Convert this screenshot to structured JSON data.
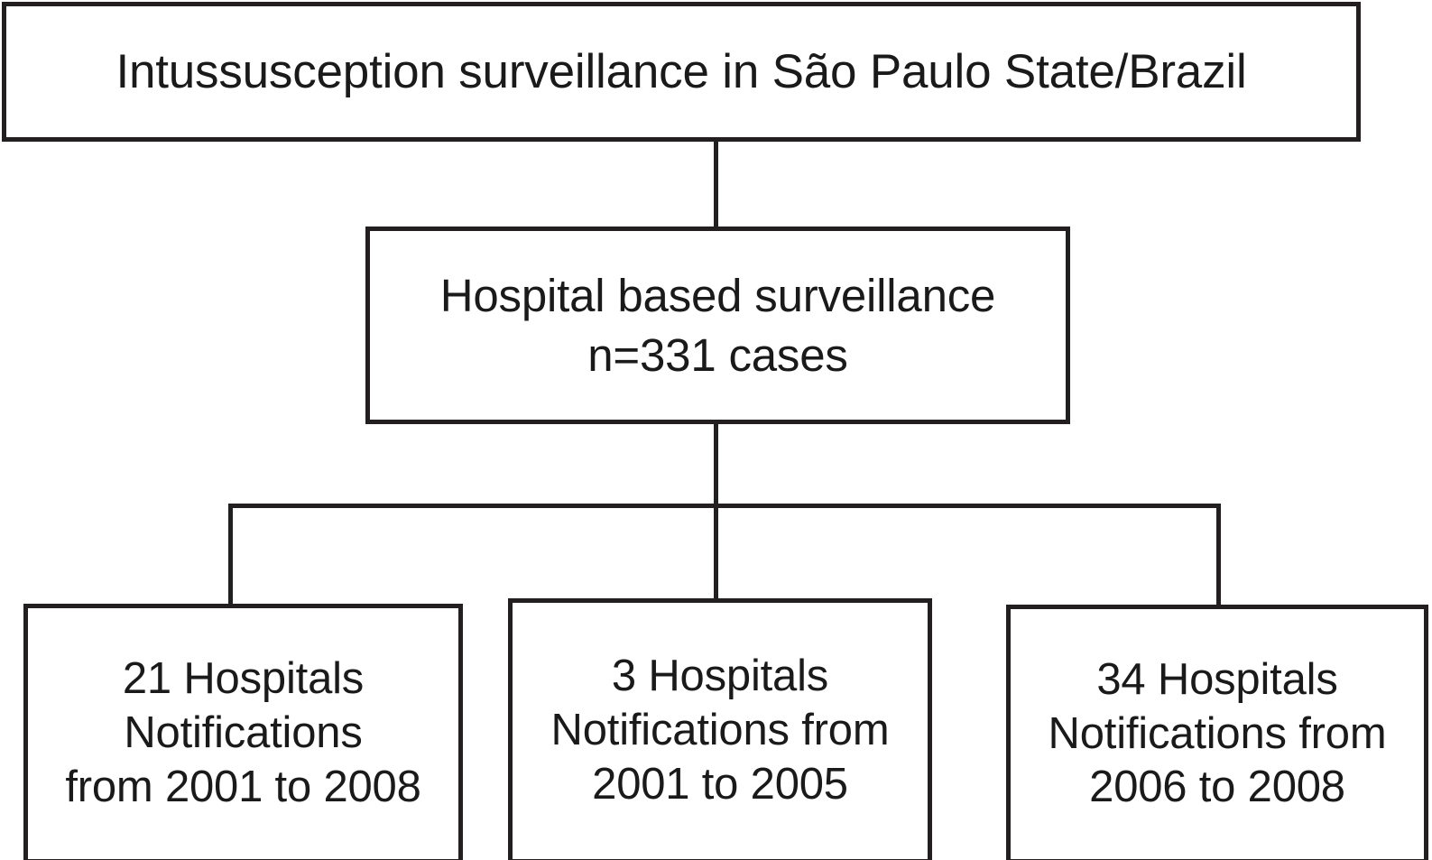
{
  "diagram": {
    "type": "flowchart",
    "orientation": "top-down",
    "title_node": {
      "id": "title",
      "text": "Intussusception surveillance in São Paulo State/Brazil"
    },
    "nodes": [
      {
        "id": "hospital",
        "text": "Hospital based surveillance\nn=331 cases",
        "hospitals": null,
        "cases": 331
      }
    ],
    "leaves": [
      {
        "id": "leaf-0",
        "text": "21 Hospitals\nNotifications\nfrom 2001 to 2008",
        "hospitals": 21,
        "year_start": 2001,
        "year_end": 2008
      },
      {
        "id": "leaf-1",
        "text": "3 Hospitals\nNotifications from\n2001 to 2005",
        "hospitals": 3,
        "year_start": 2001,
        "year_end": 2005
      },
      {
        "id": "leaf-2",
        "text": "34 Hospitals\nNotifications from\n2006 to 2008",
        "hospitals": 34,
        "year_start": 2006,
        "year_end": 2008
      }
    ],
    "colors": {
      "stroke": "#231f20",
      "fill": "#ffffff",
      "text": "#1a1a1a"
    }
  }
}
